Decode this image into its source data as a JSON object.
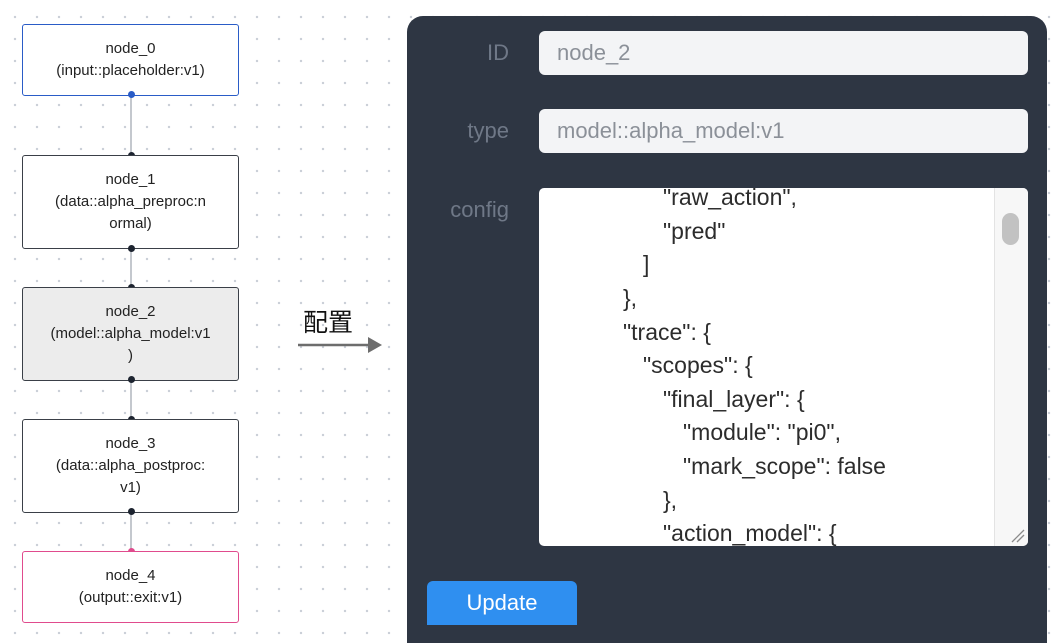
{
  "graph": {
    "nodes": [
      {
        "id_line": "node_0",
        "type_line": "(input::placeholder:v1)"
      },
      {
        "id_line": "node_1",
        "type_line_1": "(data::alpha_preproc:n",
        "type_line_2": "ormal)"
      },
      {
        "id_line": "node_2",
        "type_line_1": "(model::alpha_model:v1",
        "type_line_2": ")"
      },
      {
        "id_line": "node_3",
        "type_line_1": "(data::alpha_postproc:",
        "type_line_2": "v1)"
      },
      {
        "id_line": "node_4",
        "type_line": "(output::exit:v1)"
      }
    ]
  },
  "arrow": {
    "label": "配置"
  },
  "panel": {
    "id_label": "ID",
    "id_value": "node_2",
    "type_label": "type",
    "type_value": "model::alpha_model:v1",
    "config_label": "config",
    "config_lines": [
      "\"raw_action\",",
      "\"pred\"",
      "]",
      "},",
      "\"trace\": {",
      "\"scopes\": {",
      "\"final_layer\": {",
      "\"module\": \"pi0\",",
      "\"mark_scope\": false",
      "},",
      "\"action_model\": {"
    ],
    "update_label": "Update"
  },
  "colors": {
    "panel_bg": "#2e3643",
    "accent": "#2f8ff0",
    "input_port": "#2a5cc7",
    "output_port": "#e04b8d"
  }
}
